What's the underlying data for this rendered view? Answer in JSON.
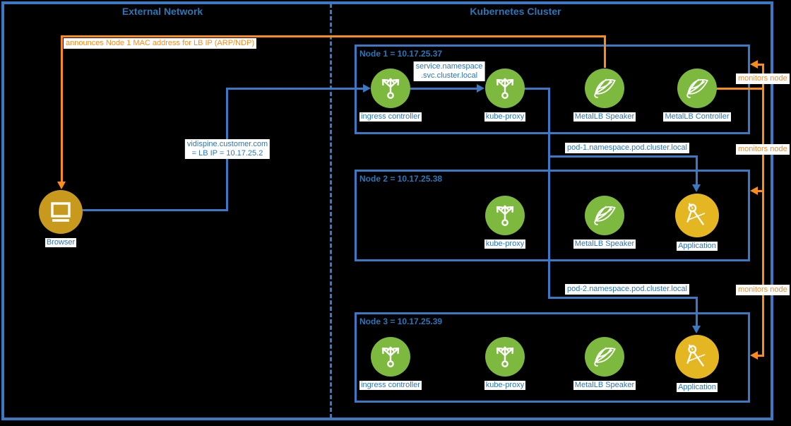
{
  "diagram": {
    "external_title": "External Network",
    "cluster_title": "Kubernetes Cluster"
  },
  "browser": {
    "label": "Browser",
    "icon": "browser-monitor"
  },
  "nodes": [
    {
      "title": "Node 1 = 10.17.25.37",
      "ip": "10.17.25.37",
      "components": [
        {
          "label": "ingress controller",
          "icon": "load-balancer"
        },
        {
          "label": "kube-proxy",
          "icon": "load-balancer"
        },
        {
          "label": "MetalLB Speaker",
          "icon": "metallb"
        },
        {
          "label": "MetalLB Controller",
          "icon": "metallb"
        }
      ]
    },
    {
      "title": "Node 2 = 10.17.25.38",
      "ip": "10.17.25.38",
      "components": [
        {
          "label": "kube-proxy",
          "icon": "load-balancer"
        },
        {
          "label": "MetalLB Speaker",
          "icon": "metallb"
        },
        {
          "label": "Application",
          "icon": "application-compass"
        }
      ]
    },
    {
      "title": "Node 3 = 10.17.25.39",
      "ip": "10.17.25.39",
      "components": [
        {
          "label": "ingress controller",
          "icon": "load-balancer"
        },
        {
          "label": "kube-proxy",
          "icon": "load-balancer"
        },
        {
          "label": "MetalLB Speaker",
          "icon": "metallb"
        },
        {
          "label": "Application",
          "icon": "application-compass"
        }
      ]
    }
  ],
  "edges": {
    "announce_label": "announces Node 1 MAC address for LB IP (ARP/NDP)",
    "service_line1": "service.namespace",
    "service_line2": ".svc.cluster.local",
    "vidispine_line1": "vidispine.customer.com",
    "vidispine_line2": "= LB IP = 10.17.25.2",
    "pod1_label": "pod-1.namespace.pod.cluster.local",
    "pod2_label": "pod-2.namespace.pod.cluster.local",
    "monitors_label": "monitors node"
  },
  "colors": {
    "line_blue": "#3B79C4",
    "text_blue": "#2E75B6",
    "orange": "#F98C1B",
    "green": "#7EB93F",
    "browser_gold": "#C79A1E",
    "application_yellow": "#E4B722",
    "label_background": "#FFFFFF",
    "background": "#000000"
  }
}
